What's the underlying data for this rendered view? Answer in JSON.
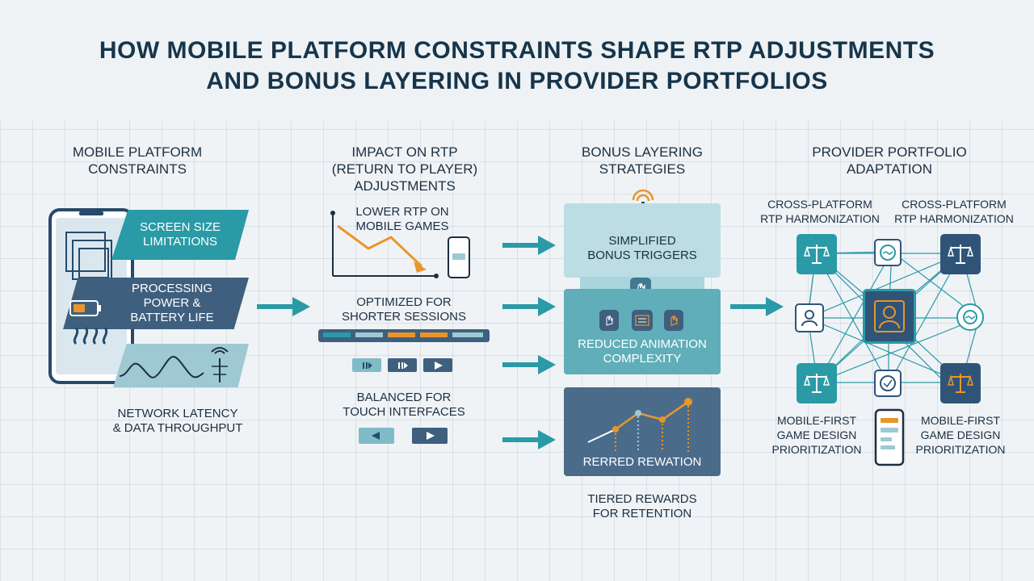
{
  "title": {
    "line1": "HOW MOBILE PLATFORM CONSTRAINTS SHAPE RTP ADJUSTMENTS",
    "line2": "AND BONUS LAYERING IN PROVIDER PORTFOLIOS"
  },
  "columns": {
    "constraints": {
      "heading_line1": "MOBILE PLATFORM",
      "heading_line2": "CONSTRAINTS",
      "screen_size": "SCREEN SIZE LIMITATIONS",
      "processing": "PROCESSING POWER & BATTERY LIFE",
      "network_line1": "NETWORK LATENCY",
      "network_line2": "& DATA THROUGHPUT"
    },
    "rtp": {
      "heading_line1": "IMPACT ON RTP",
      "heading_line2": "(RETURN TO PLAYER)",
      "heading_line3": "ADJUSTMENTS",
      "lower_line1": "LOWER RTP ON",
      "lower_line2": "MOBILE GAMES",
      "optimized_line1": "OPTIMIZED FOR",
      "optimized_line2": "SHORTER SESSIONS",
      "balanced_line1": "BALANCED FOR",
      "balanced_line2": "TOUCH INTERFACES"
    },
    "bonus": {
      "heading_line1": "BONUS LAYERING",
      "heading_line2": "STRATEGIES",
      "simplified_line1": "SIMPLIFIED",
      "simplified_line2": "BONUS TRIGGERS",
      "reduced_line1": "REDUCED ANIMATION",
      "reduced_line2": "COMPLEXITY",
      "rerred": "RERRED REWATION",
      "tiered_line1": "TIERED REWARDS",
      "tiered_line2": "FOR RETENTION"
    },
    "portfolio": {
      "heading_line1": "PROVIDER PORTFOLIO",
      "heading_line2": "ADAPTATION",
      "cross_left_line1": "CROSS-PLATFORM",
      "cross_left_line2": "RTP HARMONIZATION",
      "cross_right_line1": "CROSS-PLATFORM",
      "cross_right_line2": "RTP HARMONIZATION",
      "mobile_left_line1": "MOBILE-FIRST",
      "mobile_left_line2": "GAME DESIGN",
      "mobile_left_line3": "PRIORITIZATION",
      "mobile_right_line1": "MOBILE-FIRST",
      "mobile_right_line2": "GAME DESIGN",
      "mobile_right_line3": "PRIORITIZATION"
    }
  },
  "icons": [
    "smartphone-icon",
    "battery-icon",
    "heat-waves-icon",
    "signal-wave-icon",
    "antenna-icon",
    "trend-down-chart-icon",
    "phone-icon",
    "play-icon",
    "pause-icon",
    "left-arrow-icon",
    "right-arrow-icon",
    "touch-tap-icon",
    "hand-icon",
    "scale-icon",
    "user-icon",
    "handshake-icon",
    "device-icon"
  ],
  "colors": {
    "teal": "#2a9aa6",
    "navy": "#3f5f7e",
    "dark_navy": "#17354a",
    "orange": "#e8962a",
    "light_teal_box": "#a9d5dd"
  }
}
